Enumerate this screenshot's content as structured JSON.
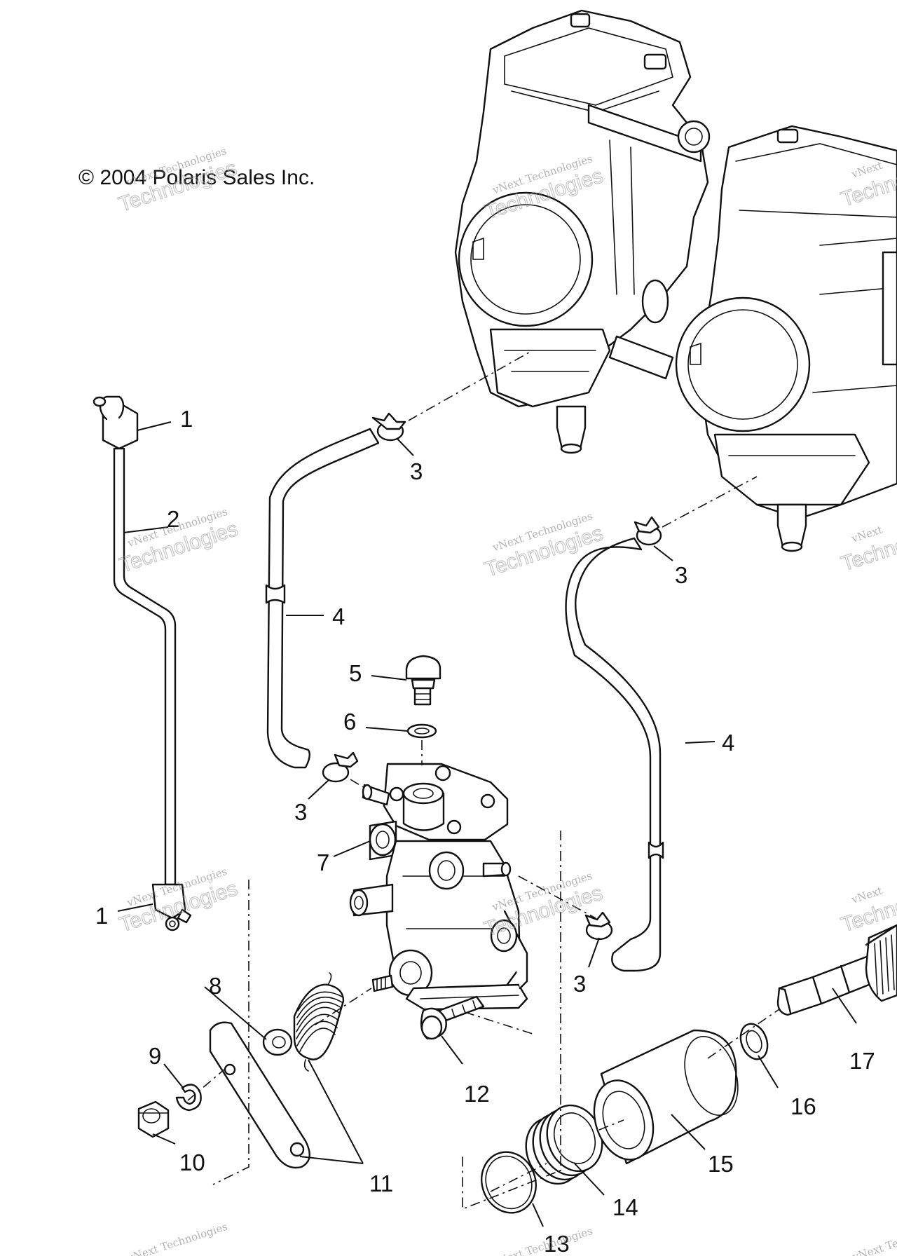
{
  "copyright": "© 2004 Polaris Sales Inc.",
  "watermark": {
    "line1": "vNext Technologies",
    "line2": "Technologies",
    "line3": "vNext"
  },
  "callouts": [
    "1",
    "2",
    "3",
    "4",
    "5",
    "6",
    "7",
    "8",
    "9",
    "10",
    "11",
    "12",
    "13",
    "14",
    "15",
    "16",
    "17"
  ]
}
